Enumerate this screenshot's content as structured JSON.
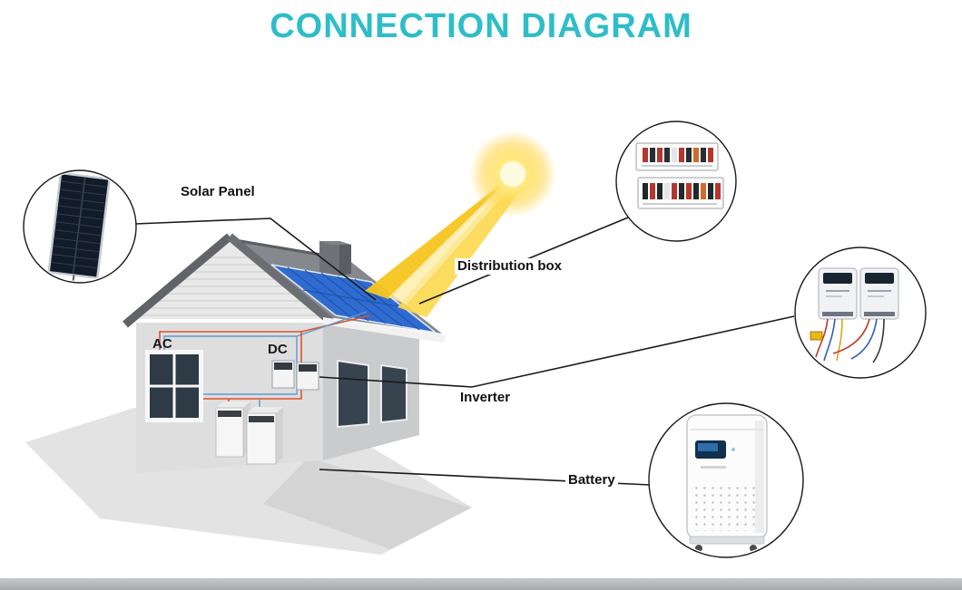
{
  "title": "CONNECTION DIAGRAM",
  "labels": {
    "solar_panel": "Solar Panel",
    "distribution_box": "Distribution box",
    "inverter": "Inverter",
    "battery": "Battery"
  },
  "house": {
    "ac": "AC",
    "dc": "DC"
  },
  "callouts": [
    "solar-panel-closeup",
    "distribution-box-closeup",
    "inverter-closeup",
    "battery-closeup"
  ],
  "colors": {
    "title": "#2ebdc9",
    "label_text": "#111111",
    "connector_line": "#1a1a1a",
    "sun_glow": "#ffd54a",
    "beam_yellow": "#f7c51f",
    "solar_panel_blue": "#2f6bd0",
    "roof_gray": "#85898d",
    "wall_gray": "#dedede",
    "wire_red": "#e0502a",
    "wire_blue": "#5b9bd5",
    "bottom_bar": "#a6a8aa"
  }
}
